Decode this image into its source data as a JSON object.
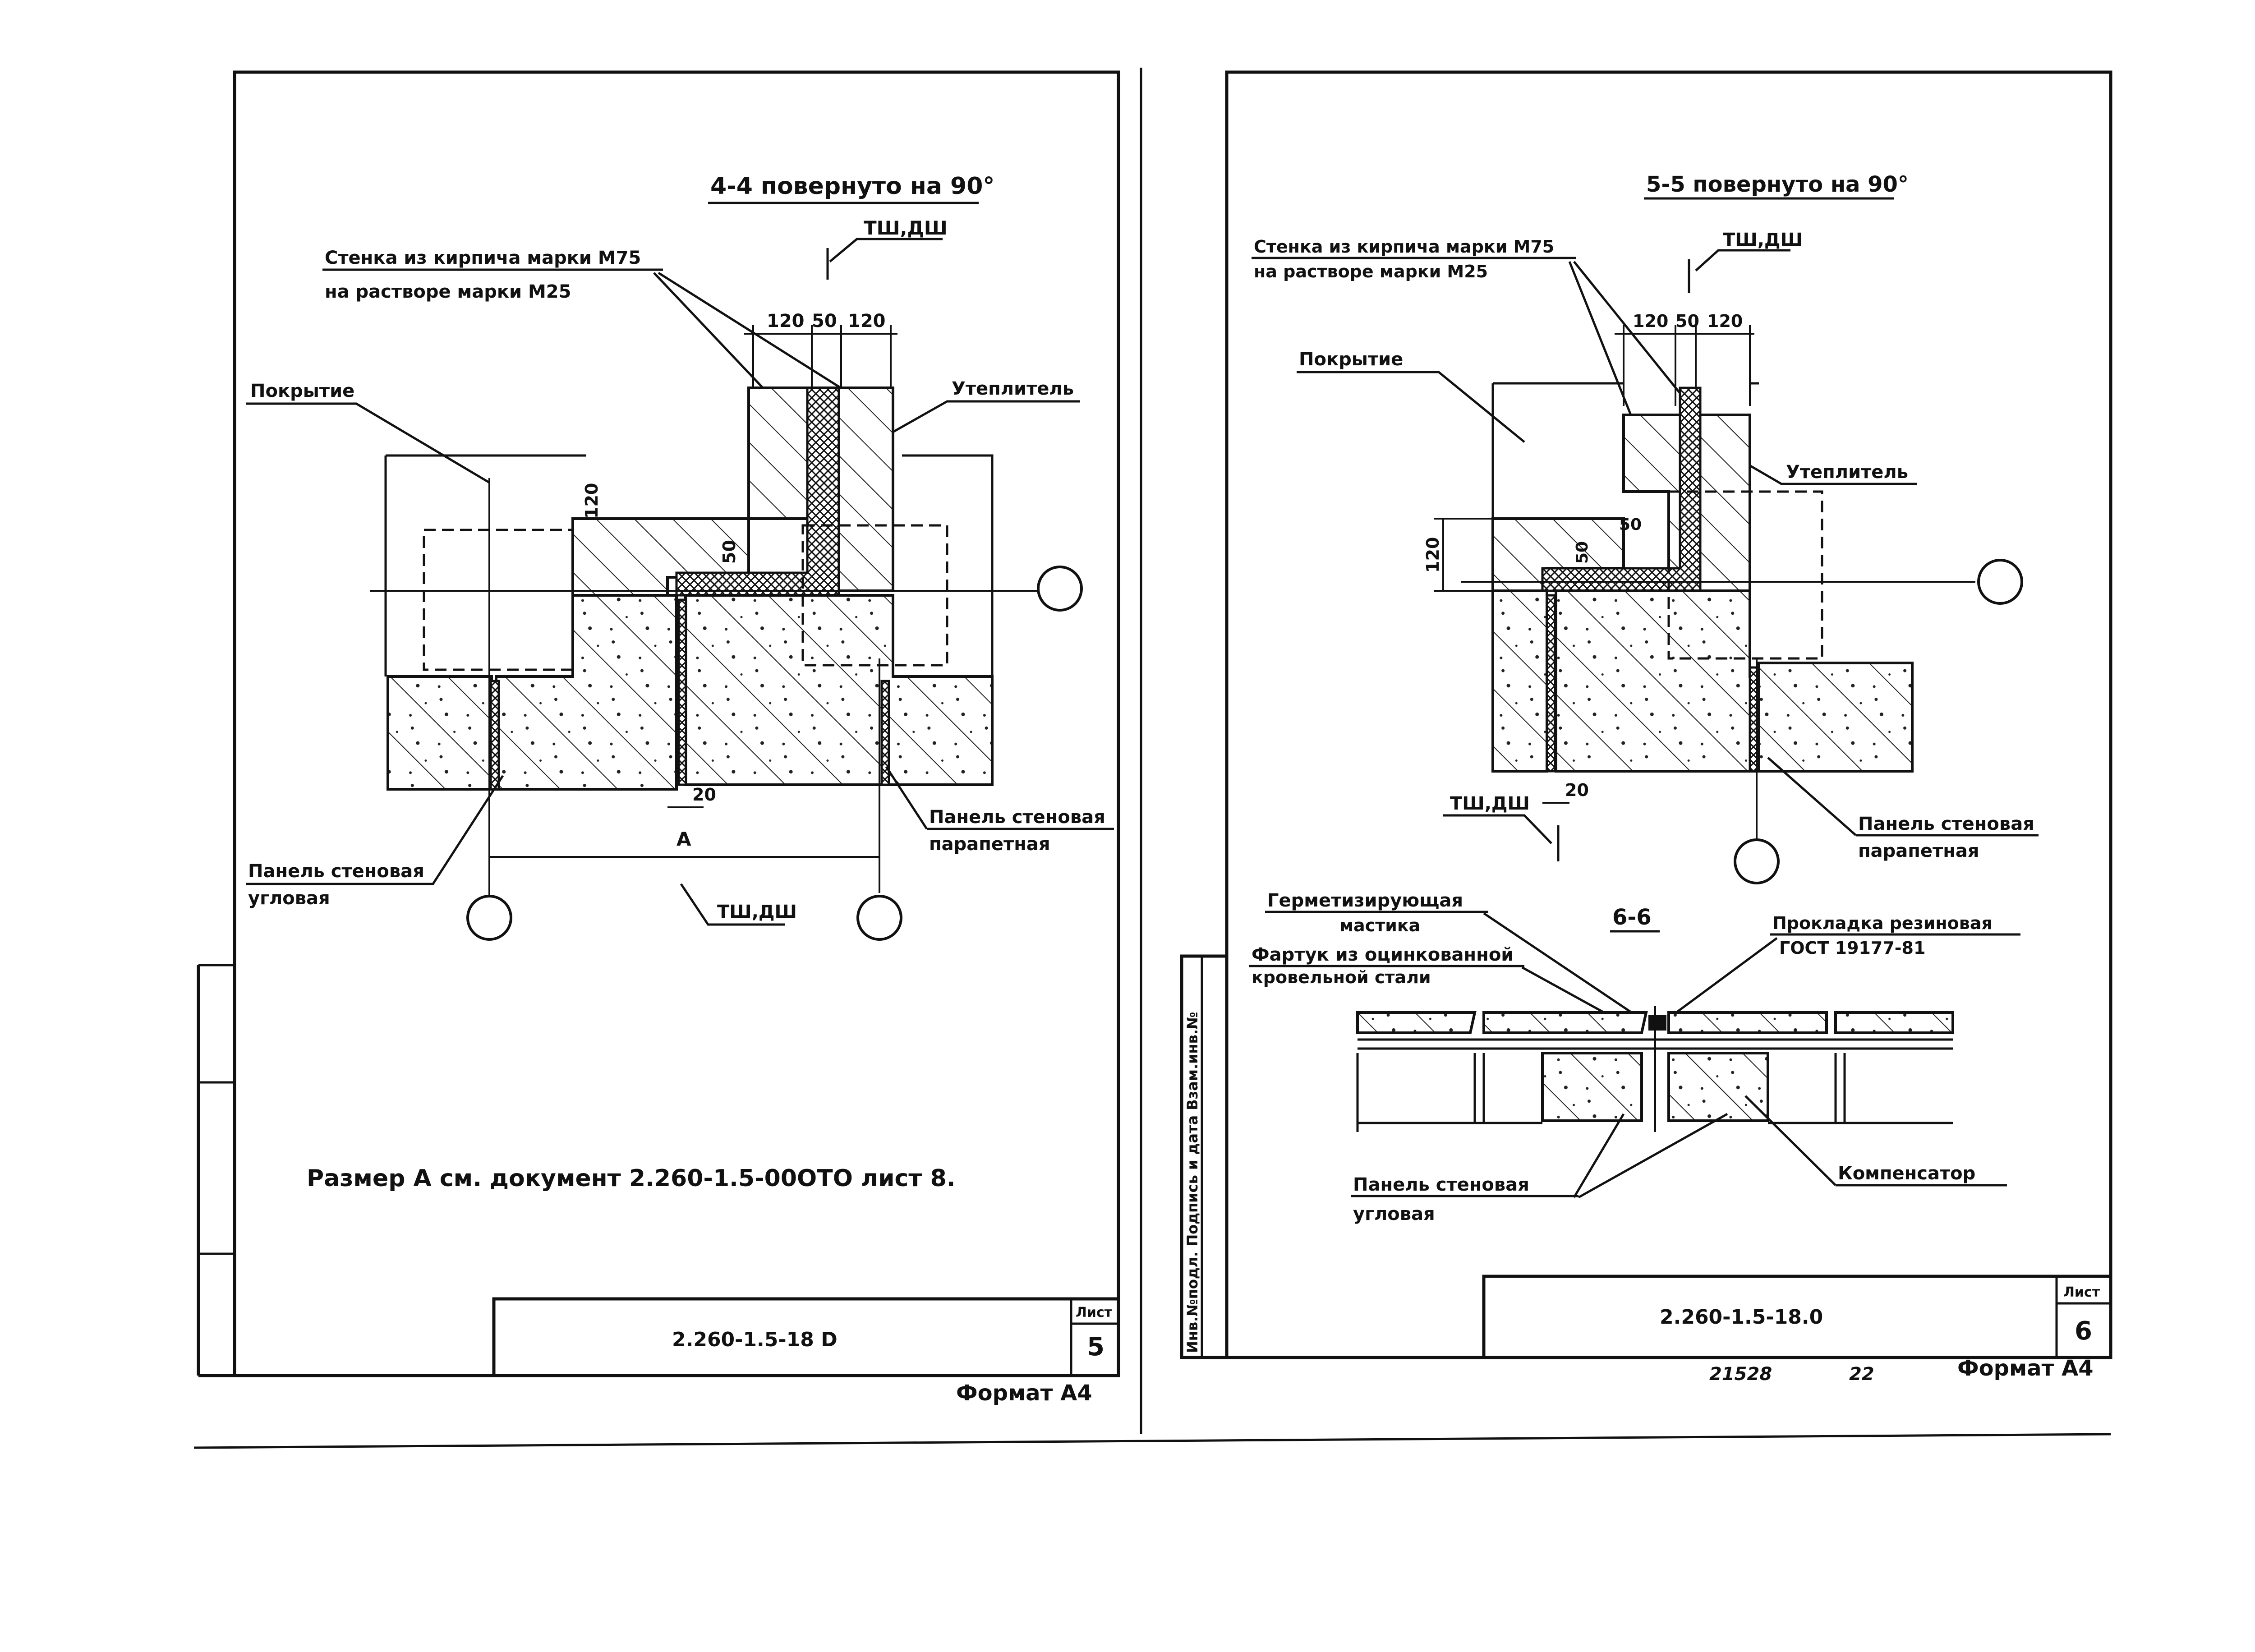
{
  "sheet_left": {
    "section_title": "4-4 повернуто на 90°",
    "tag_top": "ТШ,ДШ",
    "tag_bottom": "ТШ,ДШ",
    "wall_label_line1": "Стенка из кирпича марки М75",
    "wall_label_line2": "на растворе марки М25",
    "roof_label": "Покрытие",
    "insulation_label": "Утеплитель",
    "panel_parapet_line1": "Панель стеновая",
    "panel_parapet_line2": "парапетная",
    "panel_corner_line1": "Панель стеновая",
    "panel_corner_line2": "угловая",
    "dims": {
      "d1": "120",
      "d2": "50",
      "d3": "120",
      "v120": "120",
      "v50": "50",
      "gap20": "20",
      "a": "А"
    },
    "note": "Размер А см. документ 2.260-1.5-00ОТО лист 8.",
    "doc_code": "2.260-1.5-18 D",
    "sheet_label": "Лист",
    "sheet_no": "5",
    "format": "Формат А4"
  },
  "sheet_right": {
    "section_title": "5-5 повернуто на 90°",
    "tag_top": "ТШ,ДШ",
    "tag_bottom": "ТШ,ДШ",
    "wall_label_line1": "Стенка из кирпича марки М75",
    "wall_label_line2": "на растворе марки М25",
    "roof_label": "Покрытие",
    "insulation_label": "Утеплитель",
    "panel_parapet_line1": "Панель стеновая",
    "panel_parapet_line2": "парапетная",
    "dims": {
      "d1": "120",
      "d2": "50",
      "d3": "120",
      "v120": "120",
      "v50a": "50",
      "v50b": "50",
      "gap20": "20"
    },
    "section66_title": "6-6",
    "sealant_line1": "Герметизирующая",
    "sealant_line2": "мастика",
    "apron_line1": "Фартук из оцинкованной",
    "apron_line2": "кровельной стали",
    "gasket_line1": "Прокладка резиновая",
    "gasket_line2": "ГОСТ 19177-81",
    "compensator": "Компенсатор",
    "panel_corner_line1": "Панель стеновая",
    "panel_corner_line2": "угловая",
    "stamp_col": "Инв.№подл. Подпись и дата Взам.инв.№",
    "doc_code": "2.260-1.5-18.0",
    "sheet_label": "Лист",
    "sheet_no": "6",
    "footer_left": "21528",
    "footer_mid": "22",
    "format": "Формат А4"
  }
}
